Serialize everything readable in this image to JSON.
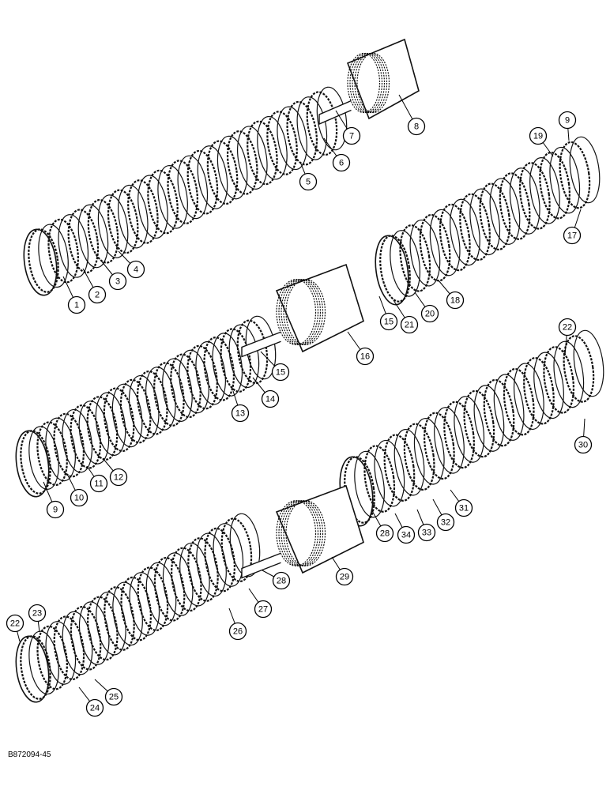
{
  "figure": {
    "reference_code": "B872094-45",
    "part_numbers": [
      "1",
      "2",
      "3",
      "4",
      "5",
      "6",
      "7",
      "8",
      "9",
      "10",
      "11",
      "12",
      "13",
      "14",
      "15",
      "16",
      "17",
      "18",
      "19",
      "20",
      "21",
      "22",
      "23",
      "24",
      "25",
      "26",
      "27",
      "28",
      "29",
      "30",
      "31",
      "32",
      "33",
      "34"
    ]
  },
  "callouts": [
    {
      "label": "8"
    },
    {
      "label": "7"
    },
    {
      "label": "6"
    },
    {
      "label": "5"
    },
    {
      "label": "4"
    },
    {
      "label": "3"
    },
    {
      "label": "2"
    },
    {
      "label": "1"
    },
    {
      "label": "9"
    },
    {
      "label": "19"
    },
    {
      "label": "17"
    },
    {
      "label": "18"
    },
    {
      "label": "20"
    },
    {
      "label": "21"
    },
    {
      "label": "15"
    },
    {
      "label": "16"
    },
    {
      "label": "15"
    },
    {
      "label": "14"
    },
    {
      "label": "13"
    },
    {
      "label": "12"
    },
    {
      "label": "11"
    },
    {
      "label": "10"
    },
    {
      "label": "9"
    },
    {
      "label": "22"
    },
    {
      "label": "30"
    },
    {
      "label": "31"
    },
    {
      "label": "32"
    },
    {
      "label": "33"
    },
    {
      "label": "34"
    },
    {
      "label": "28"
    },
    {
      "label": "29"
    },
    {
      "label": "28"
    },
    {
      "label": "27"
    },
    {
      "label": "26"
    },
    {
      "label": "25"
    },
    {
      "label": "24"
    },
    {
      "label": "23"
    },
    {
      "label": "22"
    }
  ]
}
